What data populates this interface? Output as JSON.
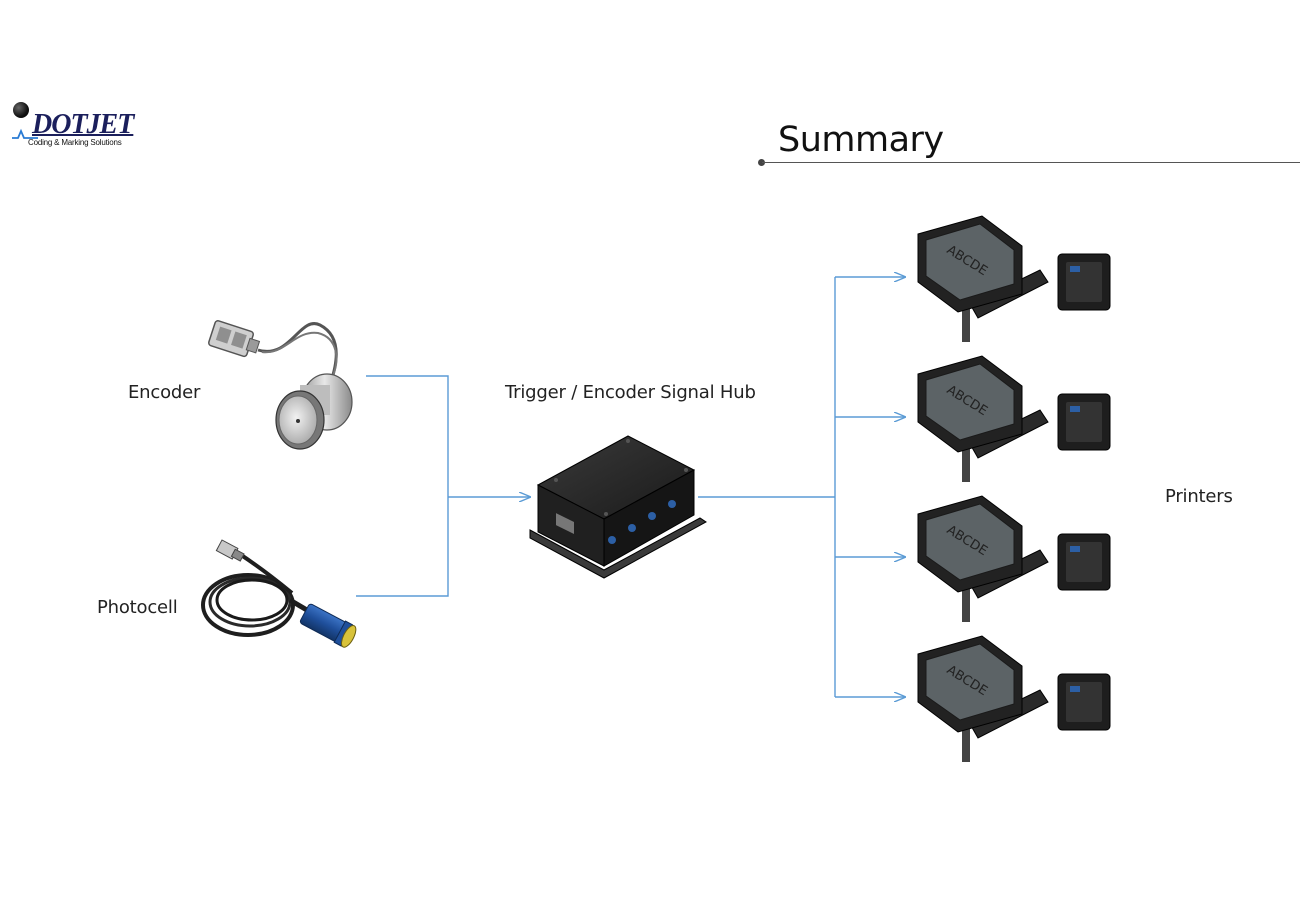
{
  "brand": {
    "name": "DOTJET",
    "tagline": "Coding & Marking Solutions"
  },
  "title": "Summary",
  "nodes": {
    "encoder": {
      "label": "Encoder"
    },
    "photocell": {
      "label": "Photocell"
    },
    "hub": {
      "label": "Trigger / Encoder Signal Hub"
    },
    "printers": {
      "label": "Printers",
      "count": 4,
      "screen_text": "ABCDE"
    }
  },
  "colors": {
    "connector": "#5b9bd5",
    "text": "#222222",
    "brand": "#1b1f5c"
  }
}
